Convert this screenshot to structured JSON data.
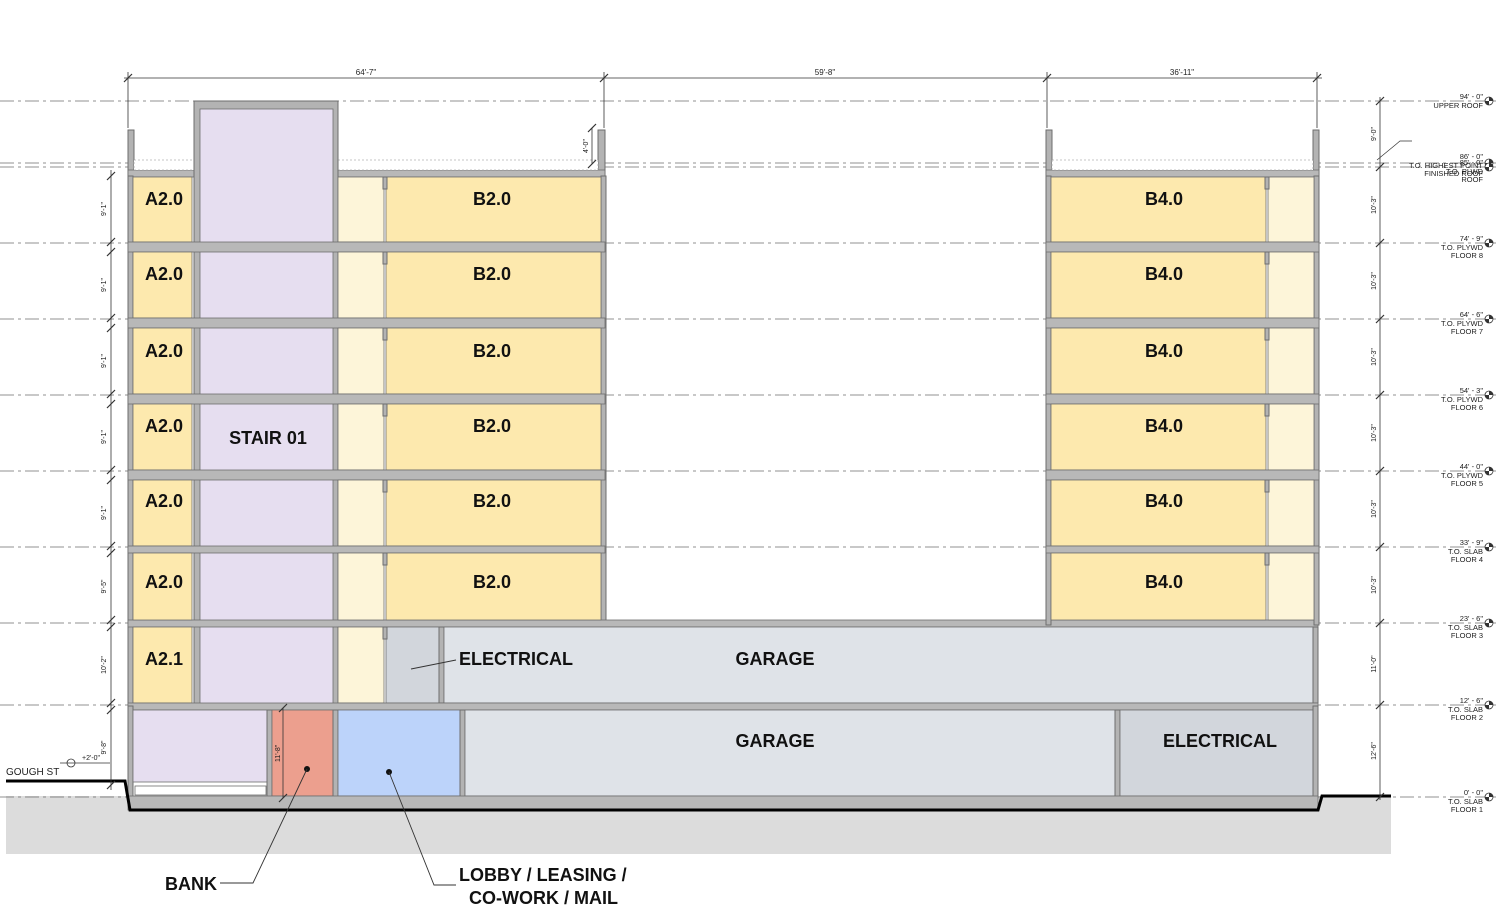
{
  "overall_dimensions": [
    "64'-7\"",
    "59'-8\"",
    "36'-11\""
  ],
  "levels": [
    {
      "elev": "94' - 0\"",
      "name": [
        "UPPER ROOF"
      ]
    },
    {
      "elev": "86' - 0\"",
      "name": [
        "T.O. HIGHEST POINT",
        "FINISHED ROOF"
      ]
    },
    {
      "elev": "85' - 0\"",
      "name": [
        "T.O. PLWD",
        "ROOF"
      ]
    },
    {
      "elev": "74' - 9\"",
      "name": [
        "T.O. PLYWD",
        "FLOOR 8"
      ]
    },
    {
      "elev": "64' - 6\"",
      "name": [
        "T.O. PLYWD",
        "FLOOR 7"
      ]
    },
    {
      "elev": "54' - 3\"",
      "name": [
        "T.O. PLYWD",
        "FLOOR 6"
      ]
    },
    {
      "elev": "44' - 0\"",
      "name": [
        "T.O. PLYWD",
        "FLOOR 5"
      ]
    },
    {
      "elev": "33' - 9\"",
      "name": [
        "T.O. SLAB",
        "FLOOR 4"
      ]
    },
    {
      "elev": "23' - 6\"",
      "name": [
        "T.O. SLAB",
        "FLOOR 3"
      ]
    },
    {
      "elev": "12' - 6\"",
      "name": [
        "T.O. SLAB",
        "FLOOR 2"
      ]
    },
    {
      "elev": "0' - 0\"",
      "name": [
        "T.O. SLAB",
        "FLOOR 1"
      ]
    }
  ],
  "right_floor_heights": [
    "9'-0\"",
    "10'-3\"",
    "10'-3\"",
    "10'-3\"",
    "10'-3\"",
    "10'-3\"",
    "10'-3\"",
    "11'-0\"",
    "12'-6\""
  ],
  "left_clear_heights": [
    "9'-1\"",
    "9'-1\"",
    "9'-1\"",
    "9'-1\"",
    "9'-1\"",
    "9'-5\"",
    "10'-2\"",
    "9'-8\""
  ],
  "parapet_height": "4'-0\"",
  "bank_height": "11'-8\"",
  "street": {
    "name": "GOUGH ST",
    "elev": "+2'-0\""
  },
  "rooms": {
    "unit_a": "A2.0",
    "unit_a_ground": "A2.1",
    "unit_b": "B2.0",
    "unit_b_right": "B4.0",
    "stair": "STAIR 01",
    "garage": "GARAGE",
    "electrical": "ELECTRICAL"
  },
  "callouts": {
    "bank": "BANK",
    "lobby_line1": "LOBBY / LEASING /",
    "lobby_line2": "CO-WORK / MAIL"
  },
  "colors": {
    "unit": "#fde9ae",
    "corridor": "#fdf5d9",
    "stair": "#e6def0",
    "garage": "#dfe3e8",
    "electrical": "#d2d6dc",
    "bank": "#ec9f8e",
    "lobby": "#bcd3fa",
    "wall": "#b3b3b3",
    "ground": "#dcdcdc"
  }
}
